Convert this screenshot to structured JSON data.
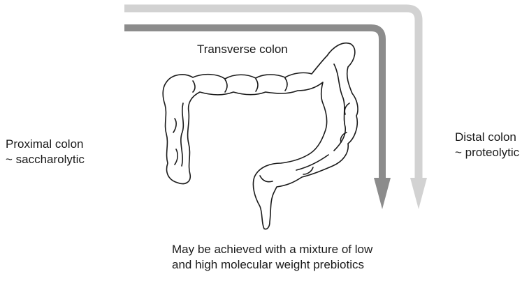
{
  "labels": {
    "transverse": "Transverse colon",
    "proximal": {
      "line1": "Proximal colon",
      "line2": "~ saccharolytic"
    },
    "distal": {
      "line1": "Distal colon",
      "line2": "~ proteolytic"
    },
    "note": {
      "line1": "May be achieved with a mixture of low",
      "line2": "and high molecular weight prebiotics"
    }
  },
  "colors": {
    "arrow_dark": "#8c8c8c",
    "arrow_light": "#d2d2d2",
    "outline": "#1a1a1a",
    "text": "#1a1a1a"
  }
}
